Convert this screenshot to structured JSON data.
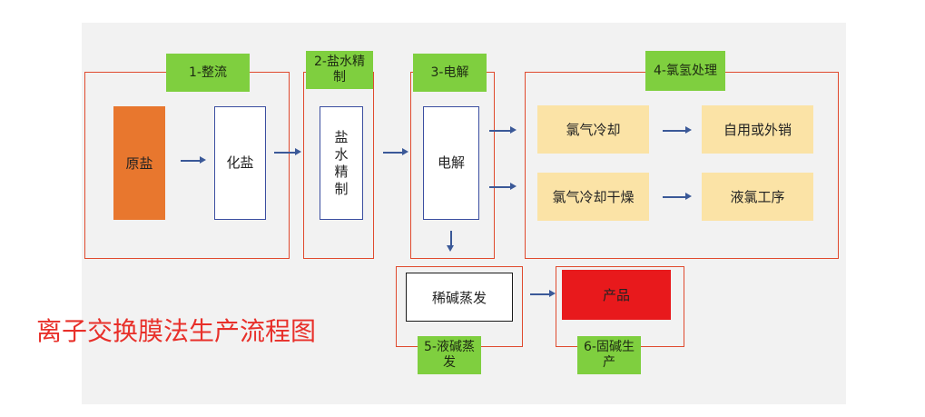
{
  "title": "离子交换膜法生产流程图",
  "stages": {
    "s1": "1-整流",
    "s2": "2-盐水精制",
    "s3": "3-电解",
    "s4": "4-氯氢处理",
    "s5": "5-液碱蒸发",
    "s6": "6-固碱生产"
  },
  "boxes": {
    "raw_salt": "原盐",
    "dissolve": "化盐",
    "brine": "盐水精制",
    "electrolysis": "电解",
    "chlorine_cool": "氯气冷却",
    "self_use": "自用或外销",
    "chlorine_dry": "氯气冷却干燥",
    "liquid_chlorine": "液氯工序",
    "dilute_evap": "稀碱蒸发",
    "product": "产品"
  },
  "colors": {
    "stage_border": "#e04a2e",
    "tag": "#7fcf3f",
    "raw_salt": "#e8772e",
    "product": "#e8191c",
    "yellow_box": "#fbe3a6",
    "title": "#e8302a"
  }
}
